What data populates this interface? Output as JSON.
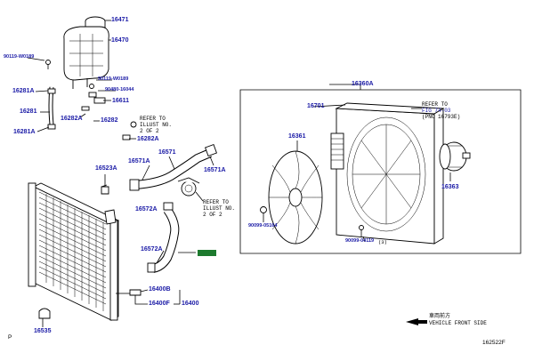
{
  "labels": {
    "p16471": "16471",
    "p16470": "16470",
    "b90119a": "90119-W0189",
    "b90119b": "90119-W0189",
    "b90480": "90480-16044",
    "p16611": "16611",
    "p16281A_top": "16281A",
    "p16281": "16281",
    "p16282A_a": "16282A",
    "p16282": "16282",
    "p16281A_bot": "16281A",
    "p16282A_b": "16282A",
    "p16523A": "16523A",
    "p16571A_a": "16571A",
    "p16571": "16571",
    "p16571A_b": "16571A",
    "p16572A_a": "16572A",
    "p16572A_b": "16572A",
    "p16572": "16572",
    "p16400B": "16400B",
    "p16400F": "16400F",
    "p16400": "16400",
    "p16535": "16535",
    "p16360A": "16360A",
    "p16701": "16701",
    "p16361": "16361",
    "p16363": "16363",
    "b90099a": "90099-05164",
    "b90099b": "90099-04119",
    "b90099b_qty": "(3)"
  },
  "notes": {
    "refer1": "REFER TO\nILLUST NO.\n2 OF 2",
    "refer2": "REFER TO\nILLUST NO.\n2 OF 2",
    "refer3_line1": "REFER TO",
    "refer3_fig": "FIG 74-03",
    "refer3_pnc": "(PNC 16793E)"
  },
  "direction": {
    "jp": "車両前方",
    "en": "VEHICLE FRONT SIDE"
  },
  "corner": {
    "left": "P",
    "right": "162522F"
  },
  "colors": {
    "callout": "#1a1aa6",
    "highlight": "#1d7a2e"
  }
}
